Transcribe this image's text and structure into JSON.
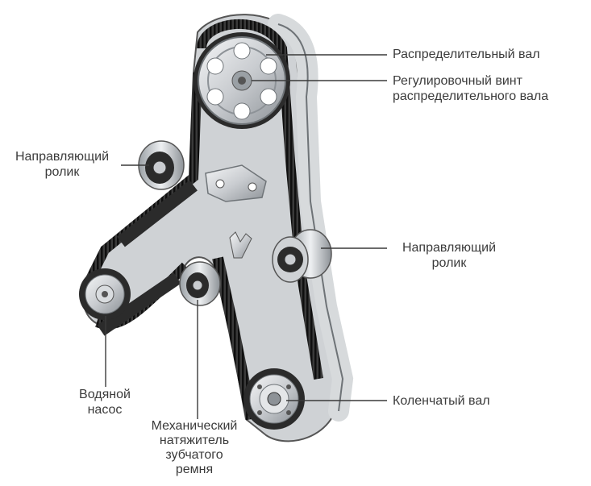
{
  "labels": {
    "camshaft": "Распределительный вал",
    "adjust_screw": [
      "Регулировочный винт",
      "распределительного вала"
    ],
    "idler_left": [
      "Направляющий",
      "ролик"
    ],
    "idler_right": [
      "Направляющий",
      "ролик"
    ],
    "water_pump": [
      "Водяной",
      "насос"
    ],
    "tensioner": [
      "Механический",
      "натяжитель",
      "зубчатого",
      "ремня"
    ],
    "crankshaft": "Коленчатый вал"
  },
  "colors": {
    "belt_dark": "#2b2b2b",
    "belt_teeth": "#111111",
    "pulley_light": "#e4e6e8",
    "pulley_mid": "#b7bbbf",
    "pulley_dark": "#6f7478",
    "leader": "#3a3a3a"
  }
}
